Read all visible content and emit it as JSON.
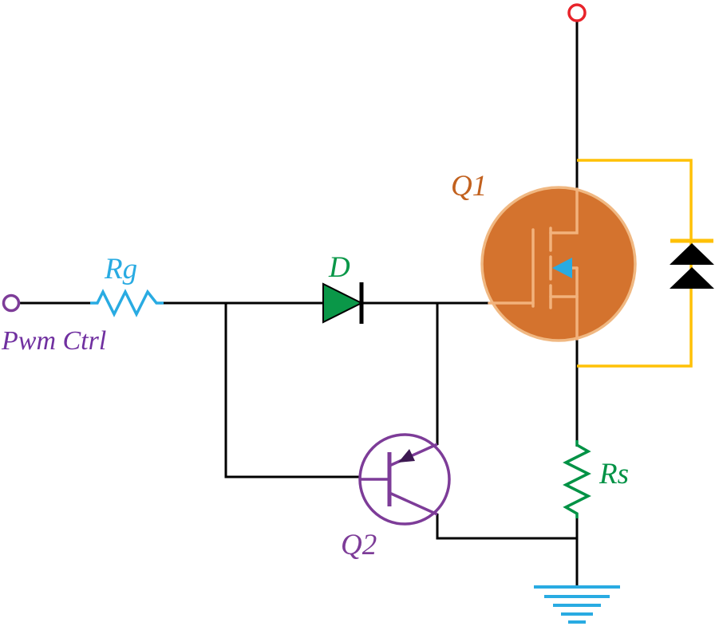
{
  "labels": {
    "q1": "Q1",
    "q2": "Q2",
    "diode": "D",
    "rg": "Rg",
    "rs": "Rs",
    "pwm": "Pwm Ctrl"
  },
  "colors": {
    "wire": "#000000",
    "supply_terminal": "#e8232a",
    "input_terminal": "#7d3c98",
    "rg_resistor": "#29abe2",
    "rs_resistor": "#009245",
    "diode_fill": "#0a9748",
    "diode_bar": "#000000",
    "mosfet_fill": "#d4732e",
    "mosfet_ring": "#f0b882",
    "mosfet_symbol": "#f2b27c",
    "mosfet_body_arrow": "#29abe2",
    "body_diode_wire": "#ffc107",
    "body_diode_fill": "#000000",
    "q2_stroke": "#7d3c98",
    "q2_arrow": "#3d1952",
    "ground": "#29abe2",
    "q1_label": "#c2611e",
    "pwm_label": "#7030a0"
  },
  "components": [
    {
      "id": "pwm-input-terminal",
      "type": "terminal",
      "label": "Pwm Ctrl"
    },
    {
      "id": "rg",
      "type": "resistor",
      "label": "Rg"
    },
    {
      "id": "d",
      "type": "diode",
      "label": "D"
    },
    {
      "id": "q2",
      "type": "pnp-transistor",
      "label": "Q2"
    },
    {
      "id": "q1",
      "type": "power-mosfet",
      "label": "Q1"
    },
    {
      "id": "body-diode",
      "type": "diode",
      "label": ""
    },
    {
      "id": "rs",
      "type": "resistor",
      "label": "Rs"
    },
    {
      "id": "supply-terminal",
      "type": "terminal",
      "label": ""
    },
    {
      "id": "ground",
      "type": "ground",
      "label": ""
    }
  ]
}
